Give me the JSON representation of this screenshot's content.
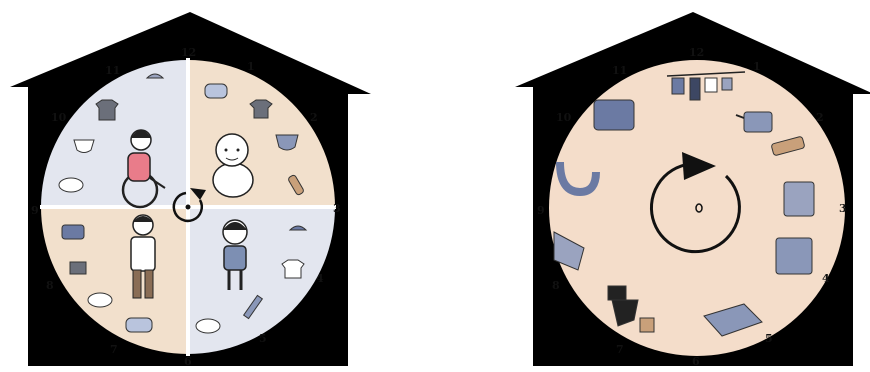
{
  "left_clock": {
    "numbers": [
      "12",
      "1",
      "2",
      "3",
      "4",
      "5",
      "6",
      "7",
      "8",
      "9",
      "10",
      "11"
    ],
    "quadrants": {
      "top_right": "baby",
      "top_left": "person-in-wheelchair",
      "bottom_right": "child",
      "bottom_left": "adult"
    },
    "icons": [
      "shower-icon",
      "bath-icon",
      "onesie-icon",
      "diaper-icon",
      "bottle-icon",
      "shirt-icon",
      "diaper-icon",
      "bowl-icon",
      "laundry-icon",
      "clothes-icon",
      "bowl-icon",
      "bath-icon",
      "bowl-icon",
      "comb-icon",
      "tshirt-icon",
      "shower-icon"
    ],
    "colors": {
      "roof": "#000000",
      "warm": "#f2e0cc",
      "cool": "#e3e6ef",
      "divider": "#ffffff"
    }
  },
  "right_clock": {
    "numbers": [
      "12",
      "1",
      "2",
      "3",
      "4",
      "5",
      "6",
      "7",
      "8",
      "9",
      "10",
      "11"
    ],
    "tasks": [
      "laundry-line-icon",
      "cooking-pot-icon",
      "chopping-board-icon",
      "dishwasher-icon",
      "oven-icon",
      "bed-making-icon",
      "toilet-cleaning-icon",
      "mopping-icon",
      "drain-unclog-icon",
      "sink-washing-icon"
    ],
    "colors": {
      "roof": "#000000",
      "face": "#f4ddca"
    }
  }
}
